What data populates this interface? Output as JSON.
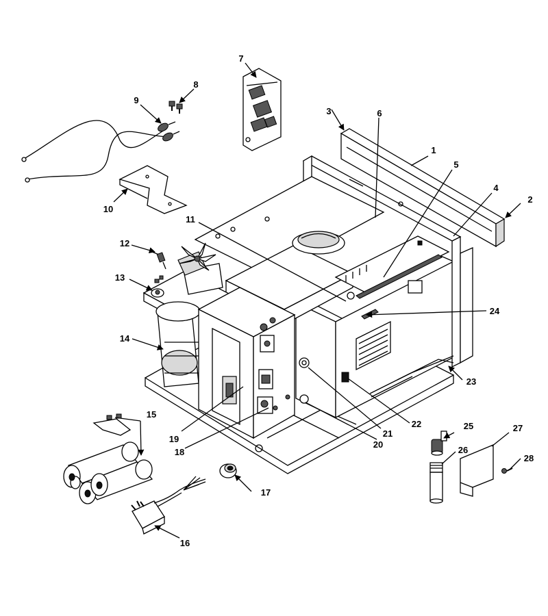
{
  "labels": {
    "p1": "1",
    "p2": "2",
    "p3": "3",
    "p4": "4",
    "p5": "5",
    "p6": "6",
    "p7": "7",
    "p8": "8",
    "p9": "9",
    "p10": "10",
    "p11": "11",
    "p12": "12",
    "p13": "13",
    "p14": "14",
    "p15": "15",
    "p16": "16",
    "p17": "17",
    "p18": "18",
    "p19": "19",
    "p20": "20",
    "p21": "21",
    "p22": "22",
    "p23": "23",
    "p24": "24",
    "p25": "25",
    "p26": "26",
    "p27": "27",
    "p28": "28"
  }
}
